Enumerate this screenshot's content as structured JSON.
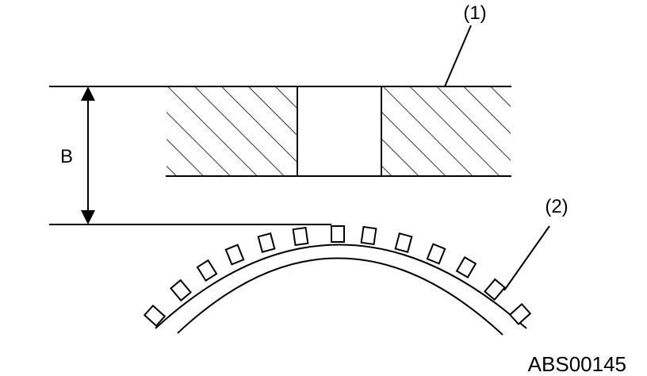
{
  "labels": {
    "callout_1": "(1)",
    "callout_2": "(2)",
    "dimension": "B",
    "figure_code": "ABS00145"
  },
  "parts": {
    "sensor": "(1)",
    "tone_wheel": "(2)"
  },
  "colors": {
    "line": "#000000",
    "background": "#ffffff"
  }
}
